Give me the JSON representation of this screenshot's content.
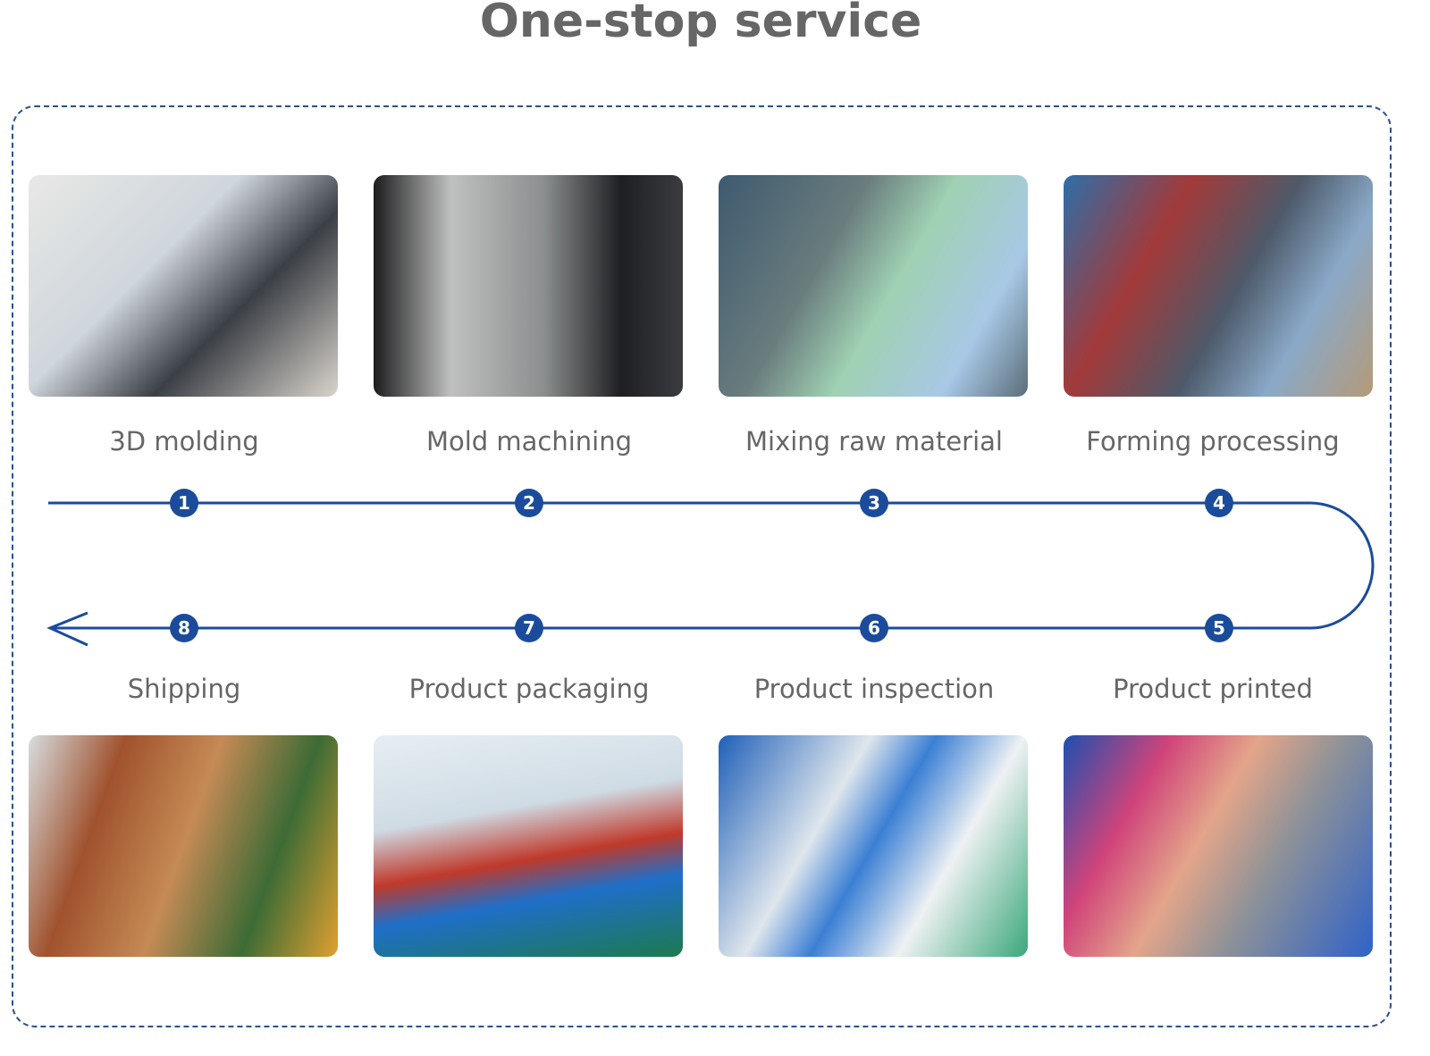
{
  "title": "One-stop service",
  "accent_color": "#1b4b9b",
  "steps": [
    {
      "number": "1",
      "label": "3D molding"
    },
    {
      "number": "2",
      "label": "Mold machining"
    },
    {
      "number": "3",
      "label": "Mixing raw material"
    },
    {
      "number": "4",
      "label": "Forming processing"
    },
    {
      "number": "5",
      "label": "Product printed"
    },
    {
      "number": "6",
      "label": "Product inspection"
    },
    {
      "number": "7",
      "label": "Product packaging"
    },
    {
      "number": "8",
      "label": "Shipping"
    }
  ]
}
